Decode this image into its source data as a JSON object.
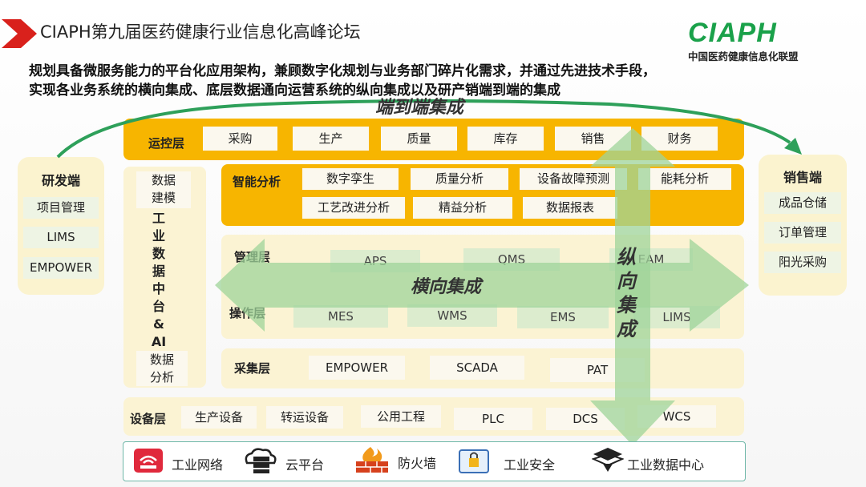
{
  "header": {
    "title": "CIAPH第九届医药健康行业信息化高峰论坛",
    "logo_text": "CIAPH",
    "logo_sub": "中国医药健康信息化联盟"
  },
  "description": {
    "line1": "规划具备微服务能力的平台化应用架构，兼顾数字化规划与业务部门碎片化需求，并通过先进技术手段，",
    "line2": "实现各业务系统的横向集成、底层数据通向运营系统的纵向集成以及研产销端到端的集成"
  },
  "labels": {
    "end_to_end": "端到端集成",
    "horizontal": "横向集成",
    "vertical": [
      "纵",
      "向",
      "集",
      "成"
    ]
  },
  "rnd": {
    "title": "研发端",
    "items": [
      "项目管理",
      "LIMS",
      "EMPOWER"
    ]
  },
  "sales": {
    "title": "销售端",
    "items": [
      "成品仓储",
      "订单管理",
      "阳光采购"
    ]
  },
  "midplatform": {
    "top": [
      "数据",
      "建模"
    ],
    "vertical": [
      "工",
      "业",
      "数",
      "据",
      "中",
      "台",
      "&",
      "AI"
    ],
    "bottom": [
      "数据",
      "分析"
    ]
  },
  "ops_layer": {
    "label": "运控层",
    "items": [
      "采购",
      "生产",
      "质量",
      "库存",
      "销售",
      "财务"
    ]
  },
  "analysis": {
    "label": "智能分析",
    "row1": [
      "数字孪生",
      "质量分析",
      "设备故障预测",
      "能耗分析"
    ],
    "row2": [
      "工艺改进分析",
      "精益分析",
      "数据报表"
    ]
  },
  "management_layer": {
    "label": "管理层",
    "items": [
      "APS",
      "QMS",
      "EAM"
    ]
  },
  "operation_layer": {
    "label": "操作层",
    "items": [
      "MES",
      "WMS",
      "EMS",
      "LIMS"
    ]
  },
  "collection_layer": {
    "label": "采集层",
    "items": [
      "EMPOWER",
      "SCADA",
      "PAT"
    ]
  },
  "device_layer": {
    "label": "设备层",
    "items": [
      "生产设备",
      "转运设备",
      "公用工程",
      "PLC",
      "DCS",
      "WCS"
    ]
  },
  "footer": {
    "items": [
      "工业网络",
      "云平台",
      "防火墙",
      "工业安全",
      "工业数据中心"
    ]
  },
  "colors": {
    "accent_red": "#d9211c",
    "layer_yellow": "#f7b500",
    "arrow_green": "#9fd49a",
    "logo_green": "#1aa14a"
  }
}
